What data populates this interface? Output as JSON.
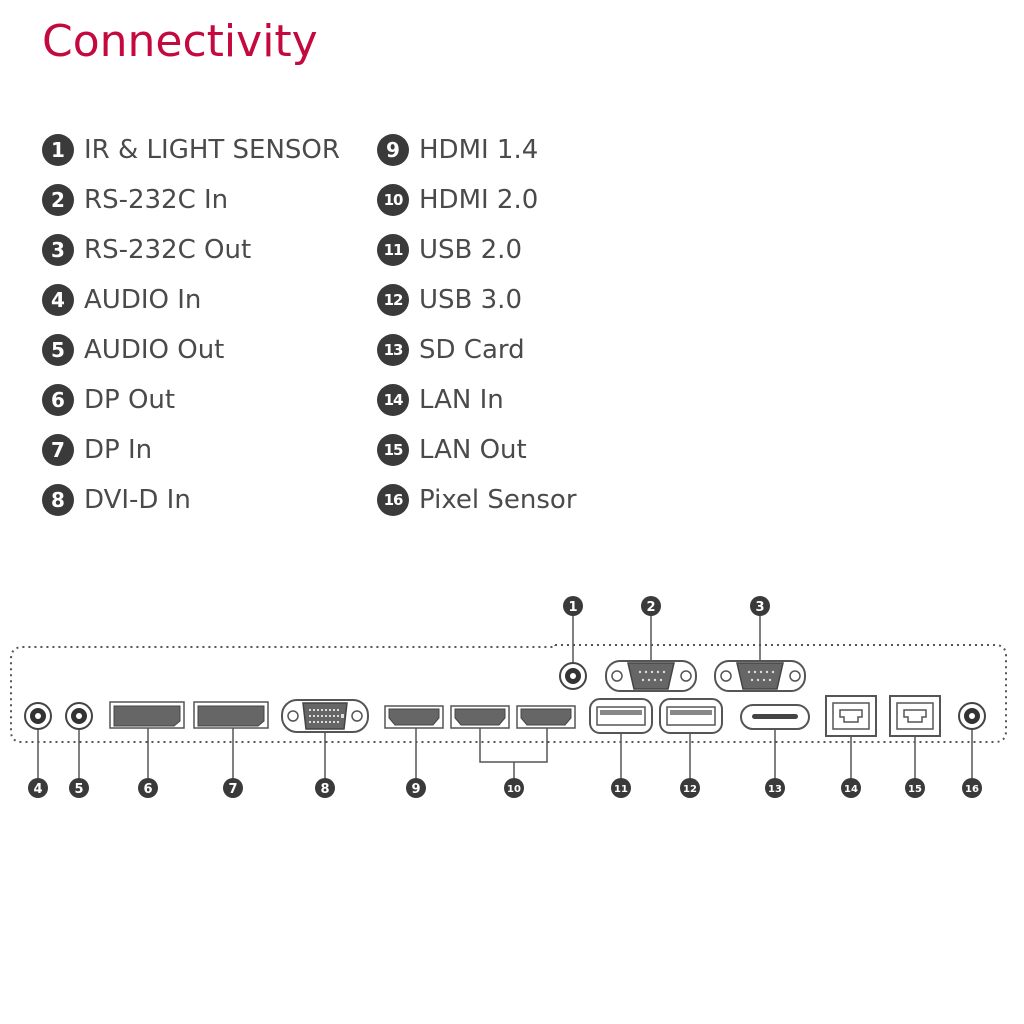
{
  "title": "Connectivity",
  "legend": {
    "left": [
      {
        "num": "1",
        "label": "IR & LIGHT SENSOR"
      },
      {
        "num": "2",
        "label": "RS-232C In"
      },
      {
        "num": "3",
        "label": "RS-232C Out"
      },
      {
        "num": "4",
        "label": "AUDIO In"
      },
      {
        "num": "5",
        "label": "AUDIO Out"
      },
      {
        "num": "6",
        "label": "DP Out"
      },
      {
        "num": "7",
        "label": "DP In"
      },
      {
        "num": "8",
        "label": "DVI-D In"
      }
    ],
    "right": [
      {
        "num": "9",
        "label": "HDMI 1.4"
      },
      {
        "num": "10",
        "label": "HDMI 2.0"
      },
      {
        "num": "11",
        "label": "USB 2.0"
      },
      {
        "num": "12",
        "label": "USB 3.0"
      },
      {
        "num": "13",
        "label": "SD Card"
      },
      {
        "num": "14",
        "label": "LAN In"
      },
      {
        "num": "15",
        "label": "LAN Out"
      },
      {
        "num": "16",
        "label": "Pixel Sensor"
      }
    ]
  },
  "callouts": {
    "c1": "1",
    "c2": "2",
    "c3": "3",
    "c4": "4",
    "c5": "5",
    "c6": "6",
    "c7": "7",
    "c8": "8",
    "c9": "9",
    "c10": "10",
    "c11": "11",
    "c12": "12",
    "c13": "13",
    "c14": "14",
    "c15": "15",
    "c16": "16"
  },
  "colors": {
    "title": "#c4093f",
    "badge": "#3a3a3a",
    "label": "#4a4a4a",
    "port_stroke": "#555555"
  }
}
